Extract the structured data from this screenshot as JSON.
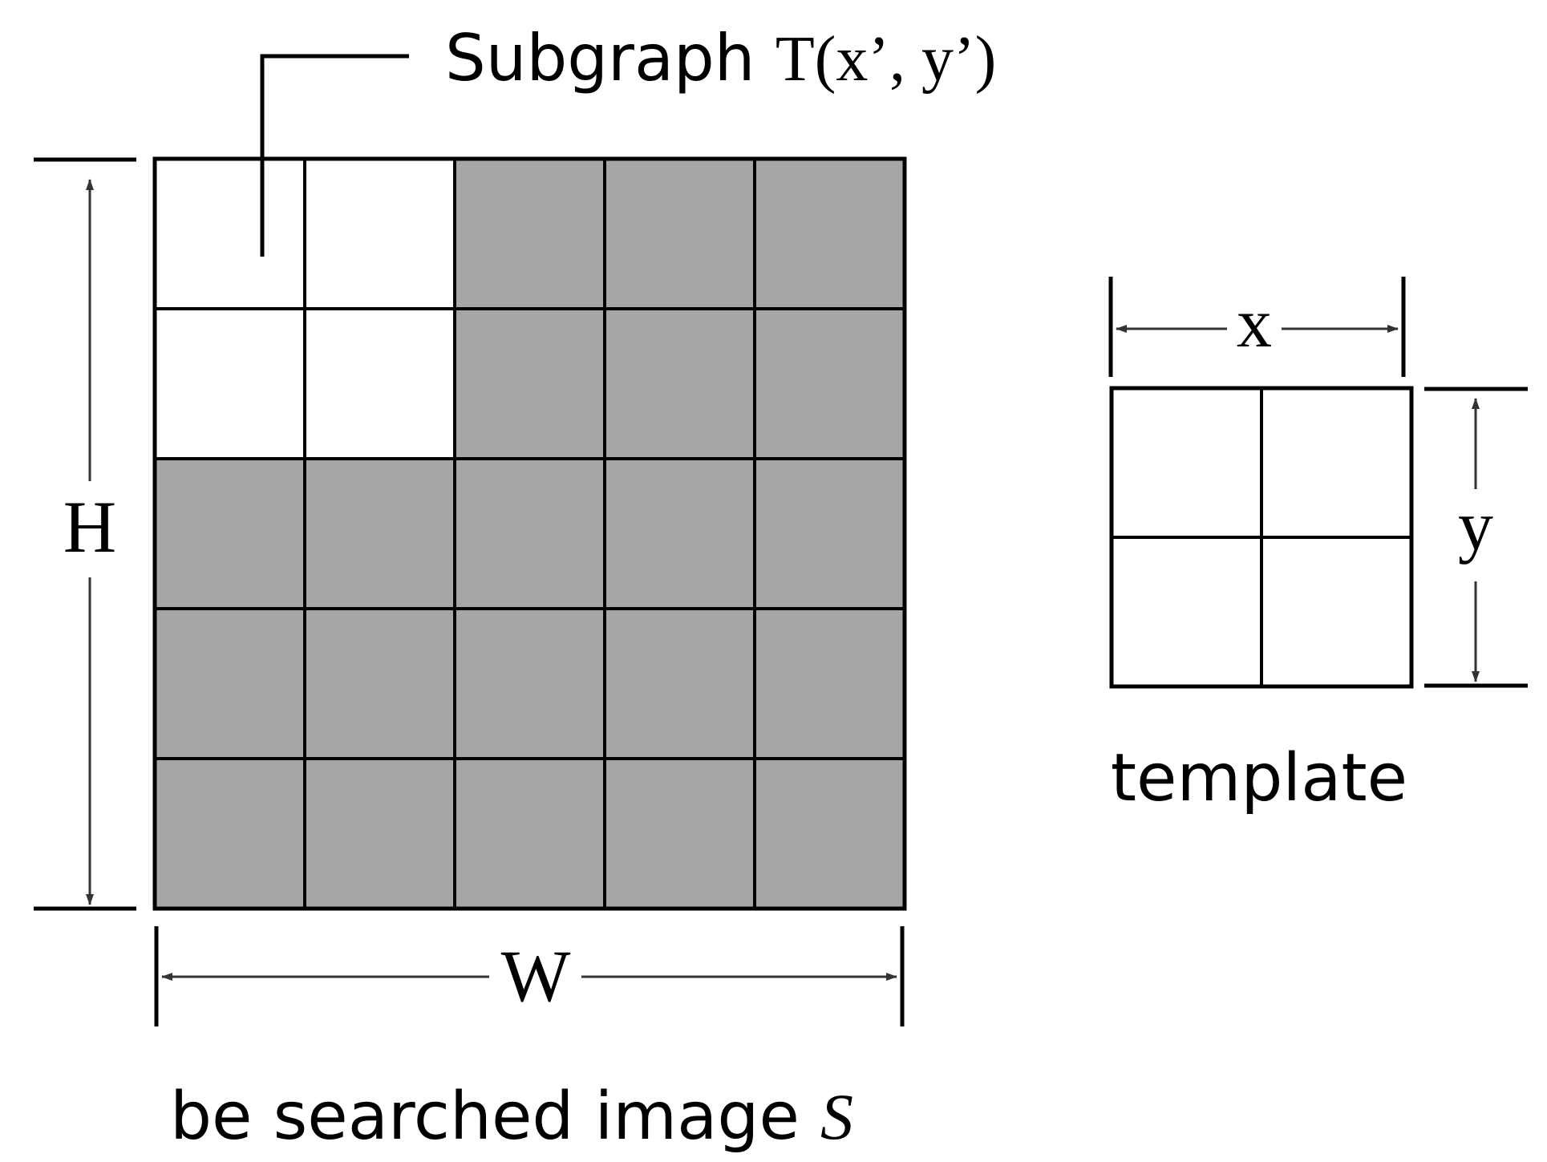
{
  "searched_image": {
    "rows": 5,
    "cols": 5,
    "subgraph_rows": 2,
    "subgraph_cols": 2,
    "height_label": "H",
    "width_label": "W",
    "caption": "be searched image ",
    "caption_symbol": "S"
  },
  "subgraph": {
    "label_word": "Subgraph ",
    "label_formula": "T(x’, y’)"
  },
  "template": {
    "rows": 2,
    "cols": 2,
    "width_label": "x",
    "height_label": "y",
    "caption": "template"
  },
  "colors": {
    "cell_gray": "#a6a6a6",
    "cell_white": "#ffffff",
    "line": "#000000",
    "dimension_line": "#333333"
  }
}
